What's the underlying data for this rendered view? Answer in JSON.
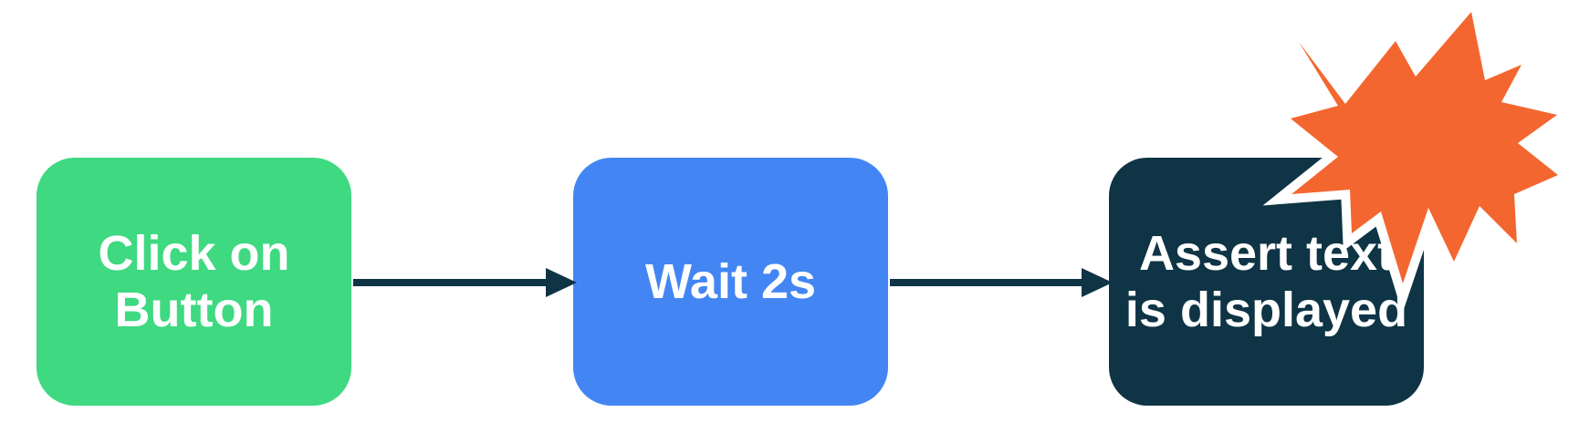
{
  "colors": {
    "background": "#FFFFFF",
    "node_green": "#3ED981",
    "node_blue": "#4386F3",
    "node_navy": "#0E3445",
    "connector_navy": "#0E3445",
    "burst_orange": "#F4662F",
    "burst_halo": "#FFFFFF",
    "label_text": "#FFFFFF"
  },
  "flow": {
    "nodes": [
      {
        "id": "click-on-button",
        "label": "Click on Button"
      },
      {
        "id": "wait-2s",
        "label": "Wait 2s"
      },
      {
        "id": "assert-text-displayed",
        "label": "Assert text is displayed"
      }
    ],
    "connectors": [
      {
        "from": "click-on-button",
        "to": "wait-2s"
      },
      {
        "from": "wait-2s",
        "to": "assert-text-displayed"
      }
    ],
    "decoration": {
      "name": "explosion-burst"
    }
  }
}
